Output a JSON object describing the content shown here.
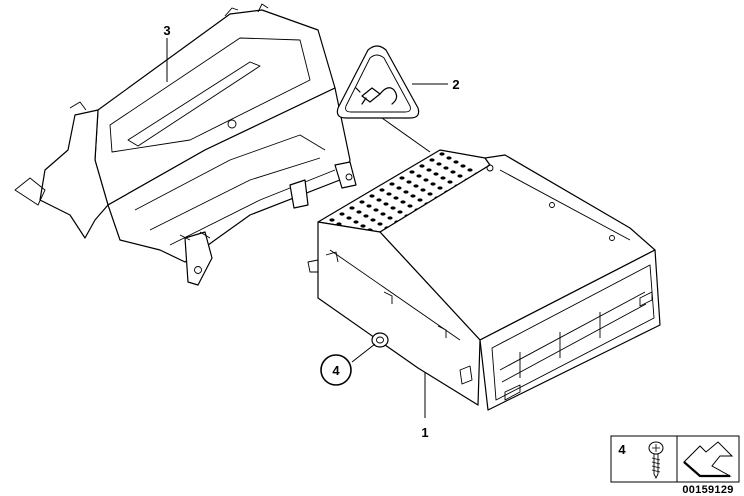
{
  "diagram": {
    "callouts": [
      {
        "id": "1",
        "label": "1"
      },
      {
        "id": "2",
        "label": "2"
      },
      {
        "id": "3",
        "label": "3"
      },
      {
        "id": "4",
        "label": "4"
      }
    ],
    "legend": {
      "item_label": "4",
      "screw_icon": "screw-icon",
      "arrow_icon": "flat-arrow-icon"
    },
    "reference_number": "00159129",
    "colors": {
      "line": "#000000",
      "background": "#ffffff"
    }
  }
}
